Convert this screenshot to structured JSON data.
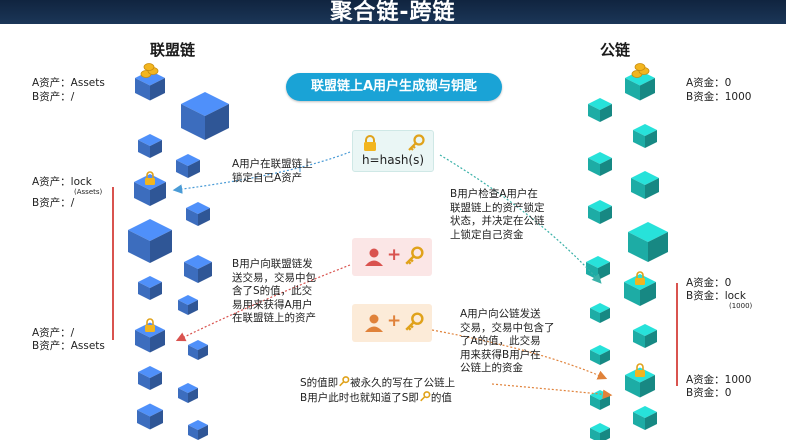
{
  "banner": {
    "title": "聚合链-跨链"
  },
  "left_chain": {
    "title": "联盟链",
    "state1": {
      "a": "A资产：Assets",
      "b": "B资产：/"
    },
    "state2": {
      "a": "A资产：lock",
      "a_sub": "(Assets)",
      "b": "B资产：/"
    },
    "state3": {
      "a": "A资产：/",
      "b": "B资产：Assets"
    }
  },
  "right_chain": {
    "title": "公链",
    "state1": {
      "a": "A资金：0",
      "b": "B资金：1000"
    },
    "state2": {
      "a": "A资金：0",
      "b": "B资金：lock",
      "b_sub": "(1000)"
    },
    "state3": {
      "a": "A资金：1000",
      "b": "B资金：0"
    }
  },
  "step_title": "联盟链上A用户生成锁与钥匙",
  "hash_formula": "h=hash(s)",
  "notes": {
    "a_lock": [
      "A用户在联盟链上",
      "锁定自己A资产"
    ],
    "b_check": [
      "B用户检查A用户在",
      "联盟链上的资产锁定",
      "状态，并决定在公链",
      "上锁定自己资金"
    ],
    "b_send": [
      "B用户向联盟链发",
      "送交易，交易中包",
      "含了S的值，此交",
      "易用来获得A用户",
      "在联盟链上的资产"
    ],
    "a_send": [
      "A用户向公链发送",
      "交易，交易中包含了",
      "了A的值，此交易",
      "用来获得B用户在",
      "公链上的资金"
    ],
    "s_line1_pre": "S的值即",
    "s_line1_post": "被永久的写在了公链上",
    "s_line2_pre": "B用户此时也就知道了S即",
    "s_line2_post": "的值"
  },
  "icons": [
    "coins-icon",
    "lock-icon",
    "key-icon",
    "user-icon"
  ],
  "colors": {
    "left_cube": "#3f73c8",
    "right_cube": "#1fb5ae",
    "pill": "#1aa3d6",
    "accent_line": "#d9534f",
    "banner": "#10243f"
  }
}
